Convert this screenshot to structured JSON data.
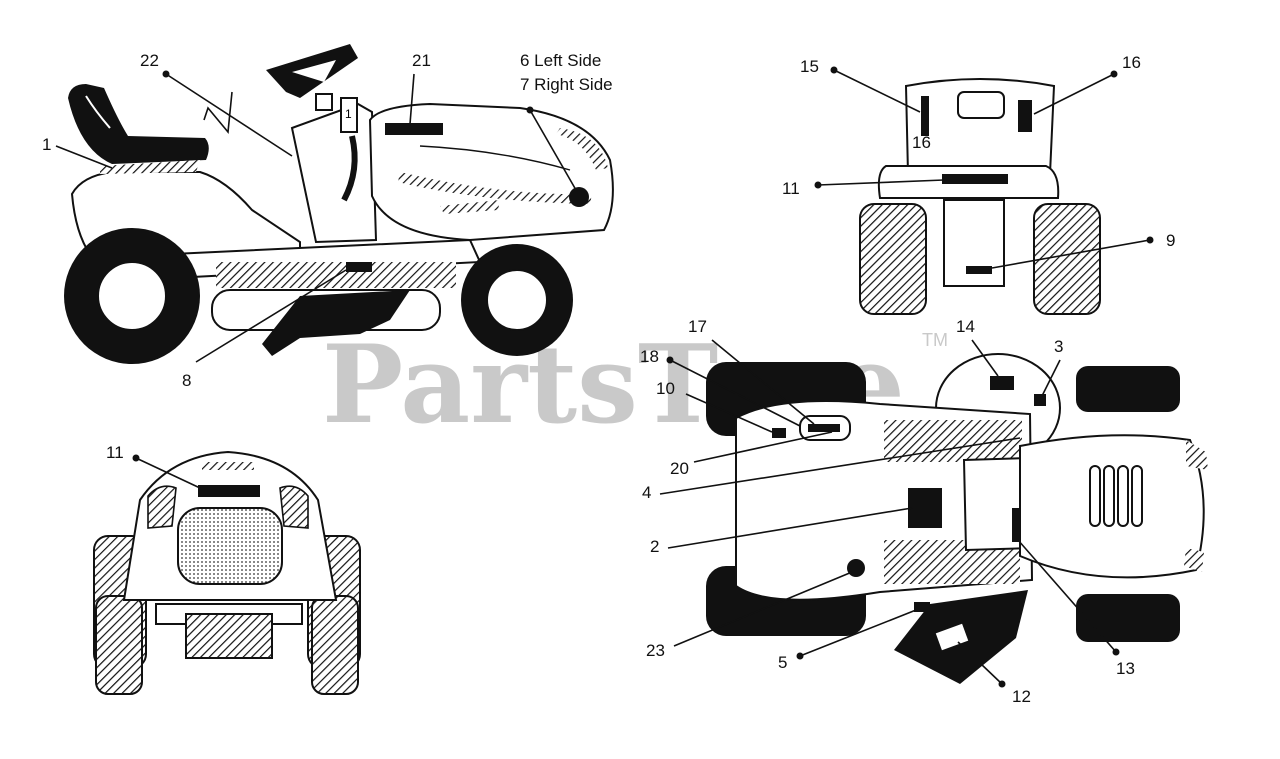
{
  "watermark": {
    "text": "PartsTree",
    "trademark": "TM"
  },
  "callouts": {
    "c1": "1",
    "c2": "2",
    "c3": "3",
    "c4": "4",
    "c5": "5",
    "c6": "6 Left Side",
    "c7": "7 Right Side",
    "c8": "8",
    "c9": "9",
    "c10": "10",
    "c11a": "11",
    "c11b": "11",
    "c12": "12",
    "c13": "13",
    "c14": "14",
    "c15": "15",
    "c16": "16",
    "c16b": "16",
    "c17": "17",
    "c18": "18",
    "c20": "20",
    "c21": "21",
    "c22": "22",
    "c23": "23"
  },
  "label_sticker_text": "1"
}
